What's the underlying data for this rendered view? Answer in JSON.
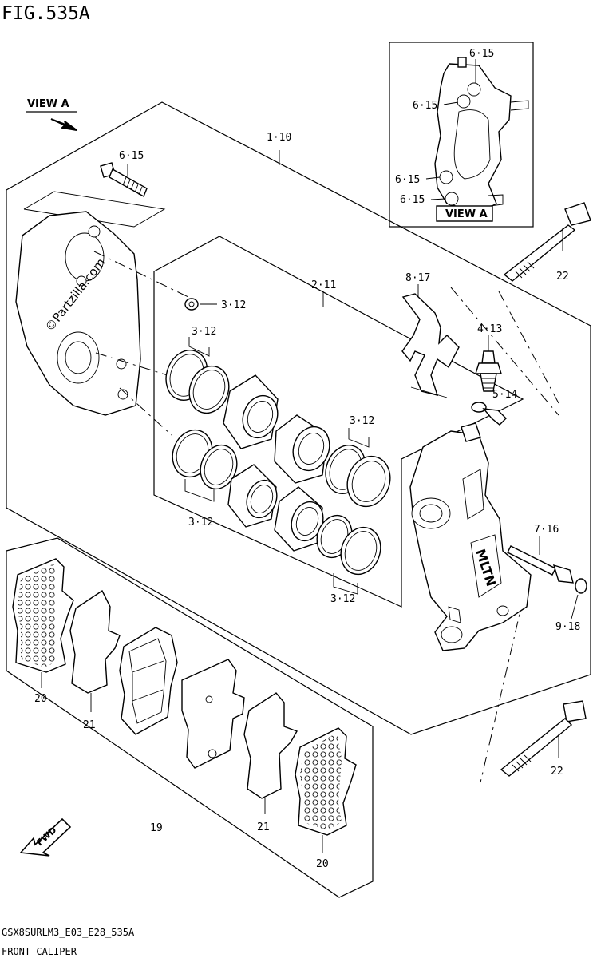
{
  "figure": {
    "title": "FIG.535A"
  },
  "view": {
    "arrow_label": "VIEW A",
    "box_label": "VIEW A"
  },
  "watermark": "©Partzilla.com",
  "callouts": {
    "c_1_10": "1·10",
    "c_2_11": "2·11",
    "c_3_12_washer": "3·12",
    "c_3_12_upper": "3·12",
    "c_3_12_left": "3·12",
    "c_3_12_right": "3·12",
    "c_3_12_bottom": "3·12",
    "c_4_13": "4·13",
    "c_5_14": "5·14",
    "c_6_15_main": "6·15",
    "c_6_15_v1": "6·15",
    "c_6_15_v2": "6·15",
    "c_6_15_v3": "6·15",
    "c_6_15_v4": "6·15",
    "c_7_16": "7·16",
    "c_8_17": "8·17",
    "c_9_18": "9·18",
    "c_19": "19",
    "c_20_left": "20",
    "c_20_right": "20",
    "c_21_left": "21",
    "c_21_right": "21",
    "c_22_top": "22",
    "c_22_bottom": "22"
  },
  "fwd_label": "FWD",
  "caliper_mark": "MLTN",
  "footer": {
    "model_code": "GSX8SURLM3_E03_E28_535A",
    "caption": "FRONT CALIPER"
  }
}
